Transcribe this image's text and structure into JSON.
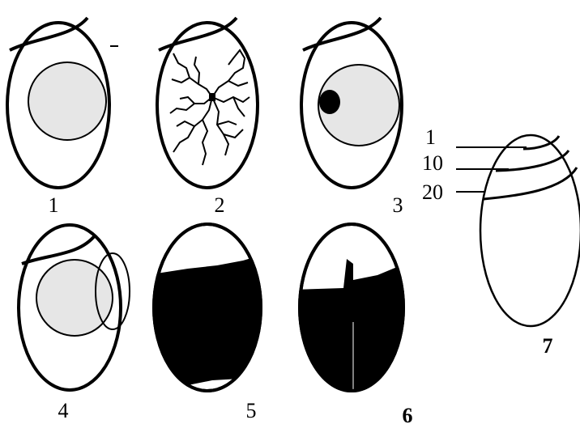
{
  "figure": {
    "egg_labels": [
      "1",
      "2",
      "3",
      "4",
      "5",
      "6",
      "7"
    ],
    "scale_labels": [
      "1",
      "10",
      "20"
    ],
    "colors": {
      "outline": "#000000",
      "yolk_fill": "#e6e6e6",
      "background": "#ffffff",
      "dark_fill": "#000000"
    }
  }
}
